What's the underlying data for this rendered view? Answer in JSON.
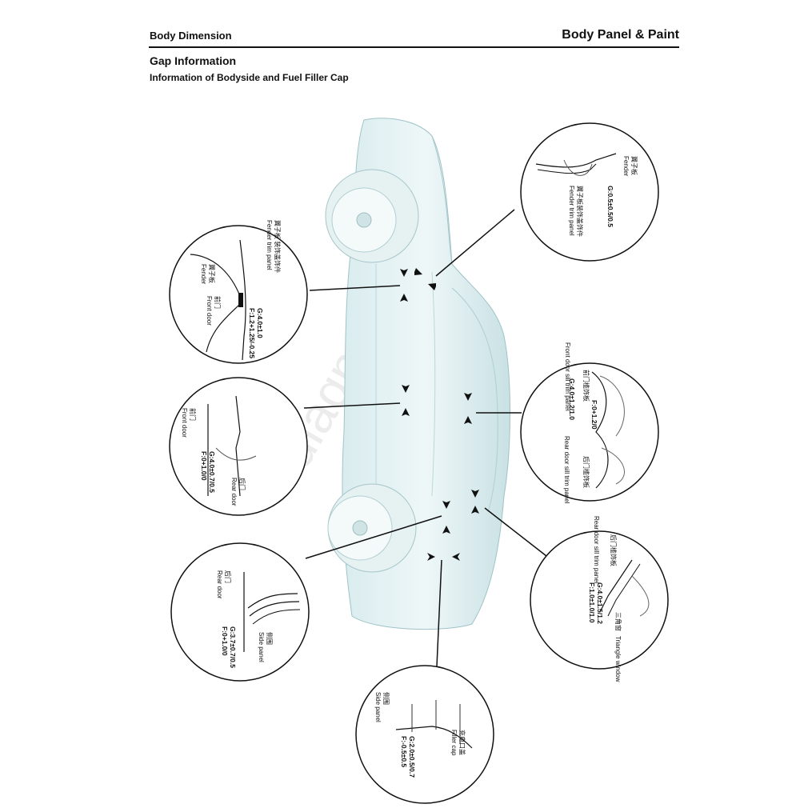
{
  "header": {
    "left": "Body Dimension",
    "right": "Body Panel & Paint"
  },
  "section": {
    "title": "Gap Information",
    "subtitle": "Information of Bodyside and Fuel Filler Cap"
  },
  "watermark": "diagn.co",
  "callouts": {
    "fender_hood": {
      "part_a": "翼子板",
      "part_a_en": "Fender",
      "part_b": "翼子板装饰盖饰件",
      "part_b_en": "Fender trim panel",
      "value": "G:0.5±0.5/0.5"
    },
    "fender_front_door": {
      "part_a": "翼子板 装饰盖饰件",
      "part_a_en": "Fender trim panel",
      "part_b": "翼子板",
      "part_b_en": "Fender",
      "part_c": "前门",
      "part_c_en": "Front door",
      "gap": "G:4.0±1.0",
      "flush": "F:1.2+1.25/-0.25"
    },
    "front_rear_door": {
      "part_a": "前门",
      "part_a_en": "Front door",
      "part_b": "后门",
      "part_b_en": "Rear door",
      "gap": "G:4.0±0.7/0.5",
      "flush": "F:0+1.0/0"
    },
    "sill_trim": {
      "part_a": "前门槛饰板",
      "part_a_en": "Front door sill trim panel",
      "part_b": "后门槛饰板",
      "part_b_en": "Rear door sill trim panel",
      "gap": "G:4.0±1.2/1.0",
      "flush": "F:0+1.2/0"
    },
    "rear_door_side_panel": {
      "part_a": "后门",
      "part_a_en": "Rear door",
      "part_b": "侧围",
      "part_b_en": "Side panel",
      "gap": "G:3.7±0.7/0.5",
      "flush": "F:0+1.0/0"
    },
    "triangle_window": {
      "part_a": "后门槛饰板",
      "part_a_en": "Rear door sill trim panel",
      "part_b": "三角窗",
      "part_b_en": "Triangle window",
      "gap": "G:4.0±1.5/1.2",
      "flush": "F:1.0±1.0/1.0"
    },
    "fuel_filler": {
      "part_a": "侧围",
      "part_a_en": "Side panel",
      "part_b": "充电口盖",
      "part_b_en": "Filler cap",
      "gap": "G:2.0±0.5/0.7",
      "flush": "F:-0.5±0.5"
    }
  }
}
